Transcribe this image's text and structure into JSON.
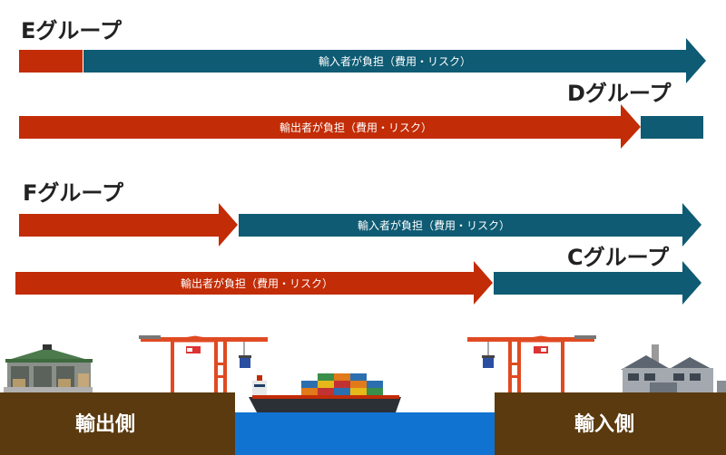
{
  "colors": {
    "exporter": "#c22c06",
    "importer": "#0e5b73",
    "ground": "#5a3a0e",
    "water": "#1173d1",
    "crane": "#e04a22"
  },
  "groups": {
    "e": {
      "title": "Eグループ",
      "bar_label": "輸入者が負担（費用・リスク）"
    },
    "d": {
      "title": "Dグループ",
      "bar_label": "輸出者が負担（費用・リスク）"
    },
    "f": {
      "title": "Fグループ",
      "bar_label_importer": "輸入者が負担（費用・リスク）",
      "bar_label_exporter": "輸出者が負担（費用・リスク）"
    },
    "c": {
      "title": "Cグループ"
    }
  },
  "scene": {
    "export_side": "輸出側",
    "import_side": "輸入側",
    "icons": [
      "warehouse-icon",
      "gantry-crane-icon",
      "container-ship-icon",
      "factory-icon"
    ]
  }
}
